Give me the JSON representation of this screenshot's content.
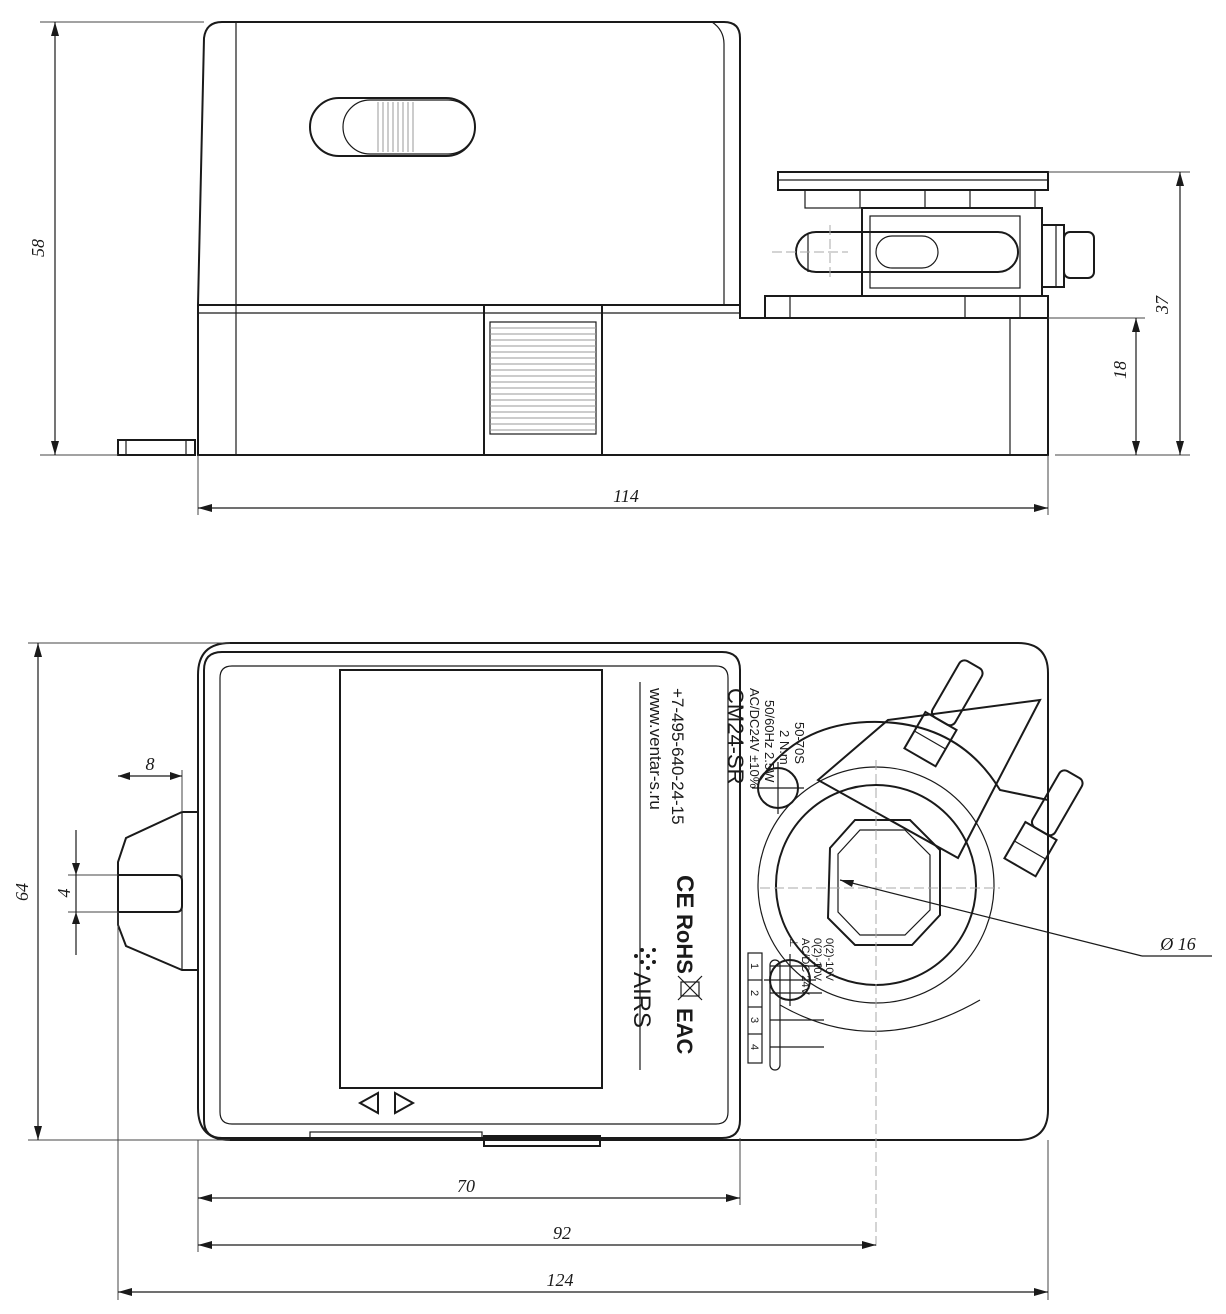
{
  "dimensions": {
    "height_total": "58",
    "width_total_side": "114",
    "height_shaft": "37",
    "height_base": "18",
    "depth_total": "64",
    "tab_width": "8",
    "slot_width": "4",
    "width_body": "70",
    "width_axis": "92",
    "width_total_top": "124",
    "shaft_diameter": "Ø 16"
  },
  "label": {
    "website": "www.ventar-s.ru",
    "phone": "+7-495-640-24-15",
    "model": "CM24-SR",
    "spec_voltage": "AC/DC24V ±10%",
    "spec_power": "50/60Hz 2.5W",
    "spec_torque": "2 N.m",
    "spec_time": "50-70S",
    "cert_ce": "CE",
    "cert_rohs": "RoHS",
    "cert_eac": "EAC",
    "brand": "AIRS",
    "wiring": {
      "terminals": [
        "1",
        "2",
        "3",
        "4"
      ],
      "lines": [
        "⊥",
        "AC/DC 24V",
        "0(2)-10V",
        "0(2)-10V"
      ]
    }
  },
  "colors": {
    "stroke": "#1a1a1a",
    "centerline": "#aaaaaa"
  }
}
